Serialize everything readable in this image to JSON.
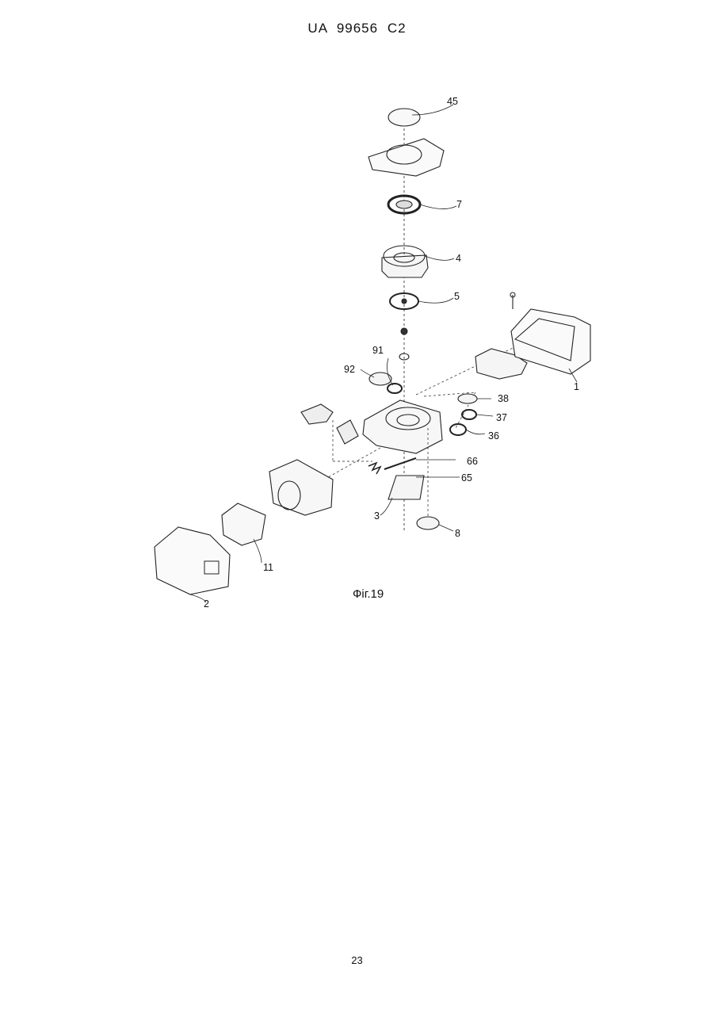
{
  "header": {
    "patent_id": "UA   99656   C2"
  },
  "figure": {
    "caption": "Фіг.19",
    "part_labels": [
      "45",
      "7",
      "4",
      "5",
      "91",
      "92",
      "38",
      "37",
      "36",
      "66",
      "65",
      "3",
      "8",
      "1",
      "11",
      "2"
    ]
  },
  "footer": {
    "page_number": "23"
  }
}
